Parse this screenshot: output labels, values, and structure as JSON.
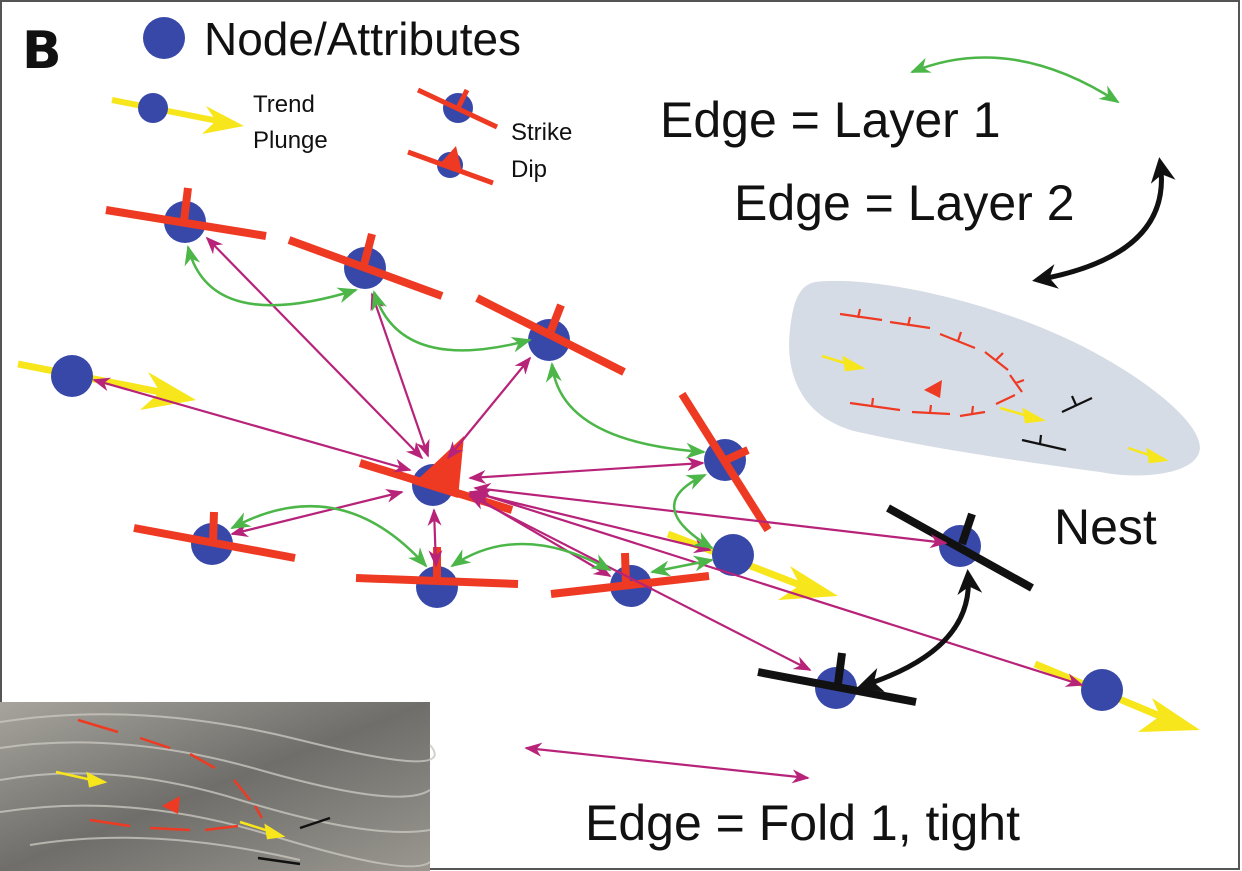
{
  "panel_label": "B",
  "legend": {
    "node_title": "Node/Attributes",
    "trend": "Trend",
    "plunge": "Plunge",
    "strike": "Strike",
    "dip": "Dip"
  },
  "edge_labels": {
    "layer1": "Edge = Layer 1",
    "layer2": "Edge = Layer 2",
    "fold1": "Edge = Fold 1, tight"
  },
  "nest_label": "Nest",
  "colors": {
    "node": "#3848a8",
    "strike_dip": "#ee3a23",
    "lineation": "#f7e61c",
    "edge_layer1": "#4cb648",
    "edge_layer2": "#111111",
    "edge_fold": "#b8237a",
    "nest_fill": "#d6dce5",
    "outcrop_photo": "#8f8d88"
  },
  "icons": {
    "node": "blue-circle-icon",
    "lineation": "yellow-arrow-icon",
    "strike_dip": "strike-dip-symbol-icon"
  }
}
